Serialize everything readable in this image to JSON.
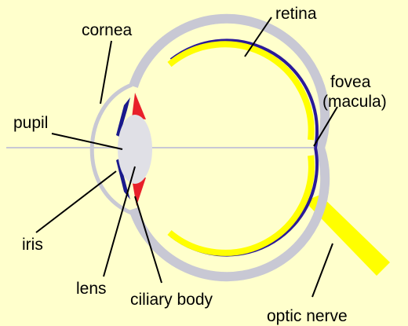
{
  "diagram": {
    "labels": {
      "retina": "retina",
      "cornea": "cornea",
      "fovea": "fovea",
      "macula": "(macula)",
      "pupil": "pupil",
      "iris": "iris",
      "lens": "lens",
      "ciliary_body": "ciliary body",
      "optic_nerve": "optic nerve"
    },
    "colors": {
      "background": "#FFFFCC",
      "sclera": "#C8C8D4",
      "retina": "#FFFF00",
      "choroid": "#2A1A9A",
      "iris": "#1A1A8C",
      "ciliary_body": "#E8202A",
      "lens": "#E0E0E6",
      "optic_nerve": "#FFFF00",
      "optical_axis": "#C8C8D4",
      "leader_lines": "#000000"
    }
  }
}
